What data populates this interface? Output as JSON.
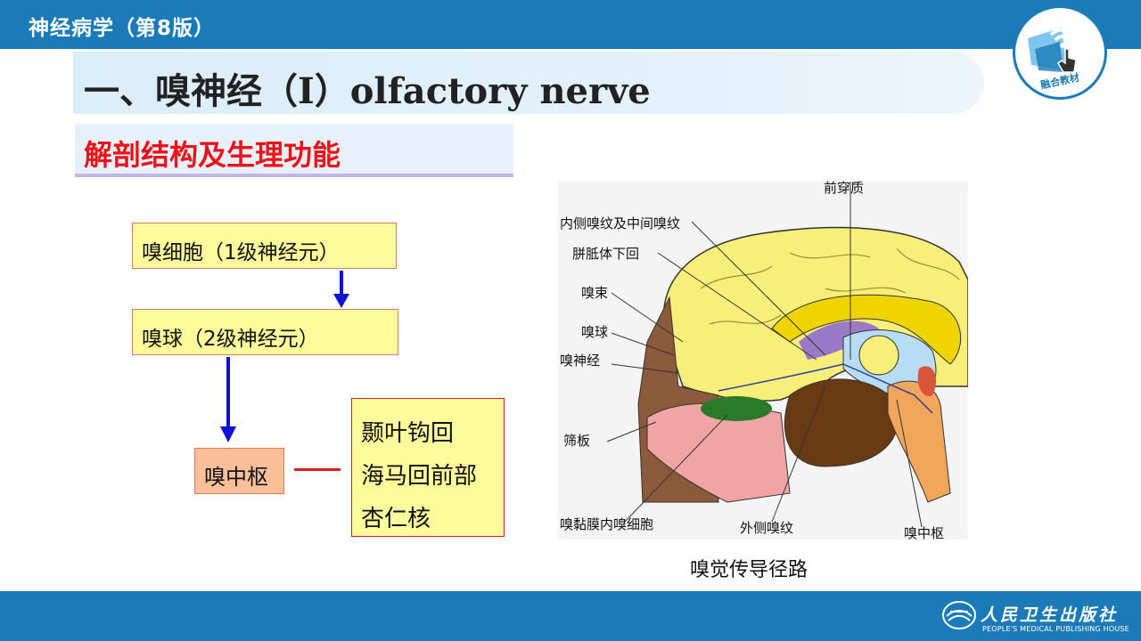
{
  "header": {
    "course_title": "神经病学（第8版）"
  },
  "badge": {
    "text": "融合教材"
  },
  "slide": {
    "title": "一、嗅神经（Ⅰ）olfactory nerve",
    "subtitle": "解剖结构及生理功能"
  },
  "flow": {
    "step1": "嗅细胞（1级神经元）",
    "step2": "嗅球（2级神经元）",
    "center": "嗅中枢",
    "regions": [
      "颞叶钩回",
      "海马回前部",
      "杏仁核"
    ]
  },
  "figure": {
    "labels": {
      "anterior_perforated": "前穿质",
      "medial_striae": "内侧嗅纹及中间嗅纹",
      "subcallosal_gyrus": "胼胝体下回",
      "olfactory_tract": "嗅束",
      "olfactory_bulb": "嗅球",
      "olfactory_nerve": "嗅神经",
      "cribriform_plate": "筛板",
      "mucosa_cells": "嗅黏膜内嗅细胞",
      "lateral_stria": "外侧嗅纹",
      "olfactory_center": "嗅中枢"
    },
    "caption": "嗅觉传导径路"
  },
  "footer": {
    "publisher": "人民卫生出版社",
    "publisher_en": "PEOPLE'S MEDICAL PUBLISHING HOUSE"
  },
  "colors": {
    "brand_blue": "#1b7bb8",
    "subtitle_red": "#e8141a",
    "box_yellow": "#fdfc9c",
    "box_peach": "#fbc09a",
    "arrow_blue": "#1010d8"
  }
}
